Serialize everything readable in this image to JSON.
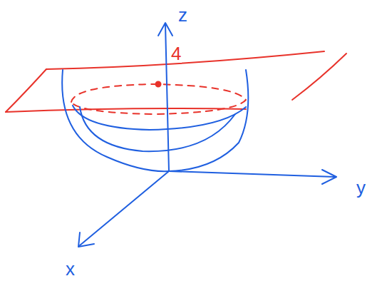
{
  "diagram": {
    "labels": [
      "z",
      "4",
      "y",
      "x"
    ]
  }
}
